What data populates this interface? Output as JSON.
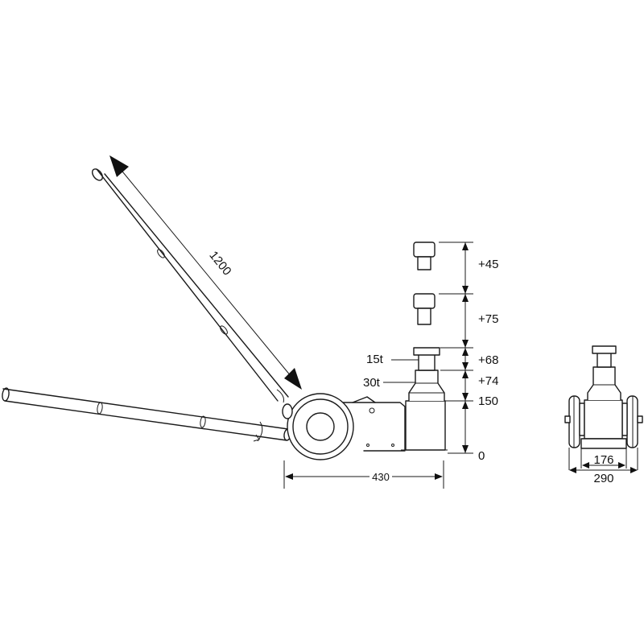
{
  "dimensions": {
    "handle_length": "1200",
    "base_length": "430",
    "height_base": "150",
    "height_zero": "0",
    "ext_74": "+74",
    "ext_68": "+68",
    "ext_75": "+75",
    "ext_45": "+45",
    "inner_width": "176",
    "outer_width": "290"
  },
  "stages": {
    "stage1": "15t",
    "stage2": "30t"
  },
  "colors": {
    "line": "#1a1a1a",
    "background": "#ffffff"
  }
}
